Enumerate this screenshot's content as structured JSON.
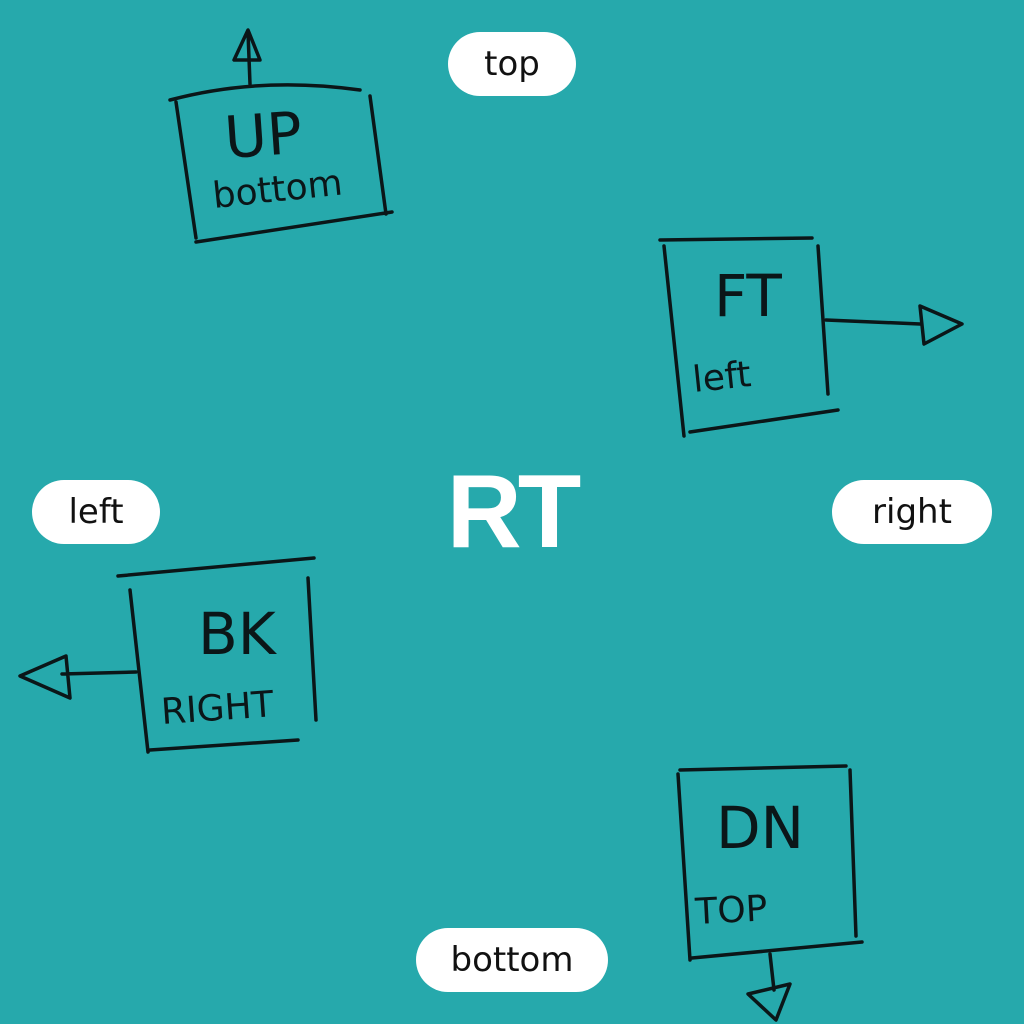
{
  "pills": {
    "top": "top",
    "left": "left",
    "right": "right",
    "bottom": "bottom"
  },
  "center_label": "RT",
  "faces": {
    "up": {
      "code": "UP",
      "side": "bottom"
    },
    "front": {
      "code": "FT",
      "side": "left"
    },
    "back": {
      "code": "BK",
      "side": "RIGHT"
    },
    "down": {
      "code": "DN",
      "side": "TOP"
    }
  },
  "colors": {
    "background": "#26A9AC",
    "pill": "#FFFFFF",
    "center_text": "#FFFFFF",
    "ink": "#0B1618"
  }
}
